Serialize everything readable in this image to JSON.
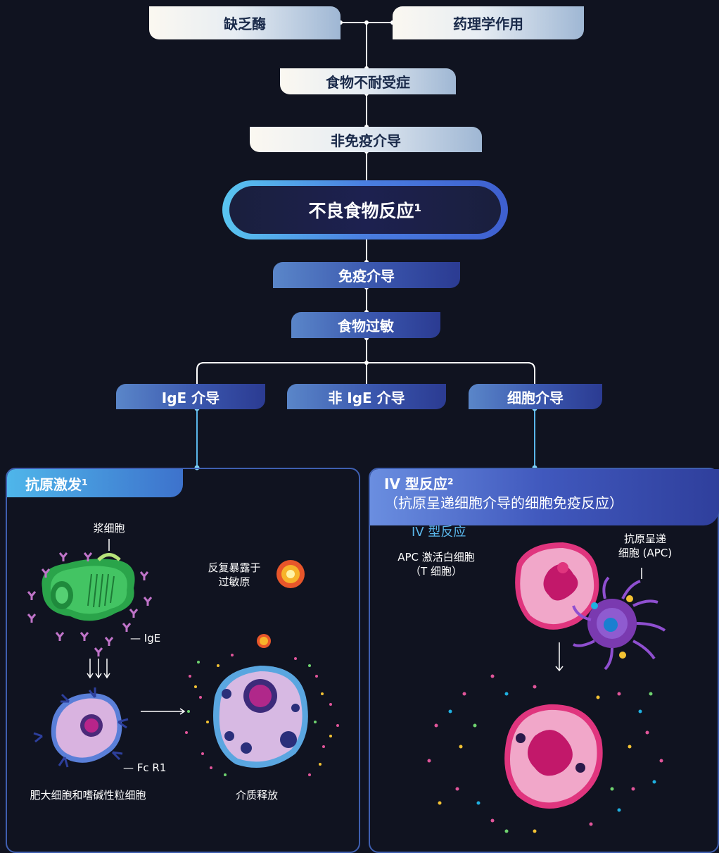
{
  "top": {
    "enzyme_deficiency": "缺乏酶",
    "pharmacological": "药理学作用",
    "food_intolerance": "食物不耐受症",
    "non_immune": "非免疫介导"
  },
  "hub": {
    "title": "不良食物反应¹"
  },
  "immune": {
    "immune_mediated": "免疫介导",
    "food_allergy": "食物过敏",
    "ige": "IgE 介导",
    "non_ige": "非 IgE 介导",
    "cell": "细胞介导"
  },
  "left_panel": {
    "title": "抗原激发¹",
    "plasma_cell": "浆细胞",
    "ige_label": "— IgE",
    "fc_label": "— Fc R1",
    "repeat_exposure_1": "反复暴露于",
    "repeat_exposure_2": "过敏原",
    "mast_caption": "肥大细胞和嗜碱性粒细胞",
    "mediator_caption": "介质释放"
  },
  "right_panel": {
    "title_1": "IV 型反应²",
    "title_2": "（抗原呈递细胞介导的细胞免疫反应）",
    "subtitle": "IV 型反应",
    "apc_activates_1": "APC 激活白细胞",
    "apc_activates_2": "（T 细胞）",
    "apc_1": "抗原呈递",
    "apc_2": "细胞 (APC)"
  },
  "colors": {
    "background": "#101320",
    "connector": "#ffffff",
    "panel_border": "#3f5fb0",
    "accent_cyan": "#4fb6ea"
  }
}
